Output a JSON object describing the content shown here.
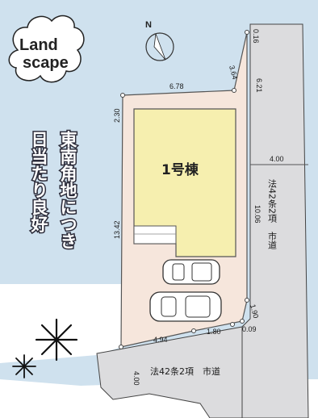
{
  "logo": {
    "line1": "Land",
    "line2": "scape"
  },
  "compass": {
    "north_label": "N"
  },
  "promo": {
    "lines": [
      "東南角地につき",
      "日当たり良好"
    ]
  },
  "lot": {
    "building_label": "1号棟"
  },
  "roads": {
    "east": {
      "label": "法42条2項　市道",
      "width": "4.00"
    },
    "south": {
      "label": "法42条2項　市道",
      "width": "4.00"
    }
  },
  "dimensions": {
    "top": "6.78",
    "top_left": "2.30",
    "left": "13.42",
    "right": "10.06",
    "right_upper": "6.21",
    "diagonal": "3.64",
    "far_top": "0.16",
    "corner_diag": "1.90",
    "corner_a": "1.80",
    "corner_b": "0.09",
    "bottom": "4.94"
  },
  "colors": {
    "background_blue": "#cfe1ee",
    "lot_fill": "#f6e6dc",
    "building_fill": "#f6efaf",
    "road_fill": "#dcdcde"
  }
}
